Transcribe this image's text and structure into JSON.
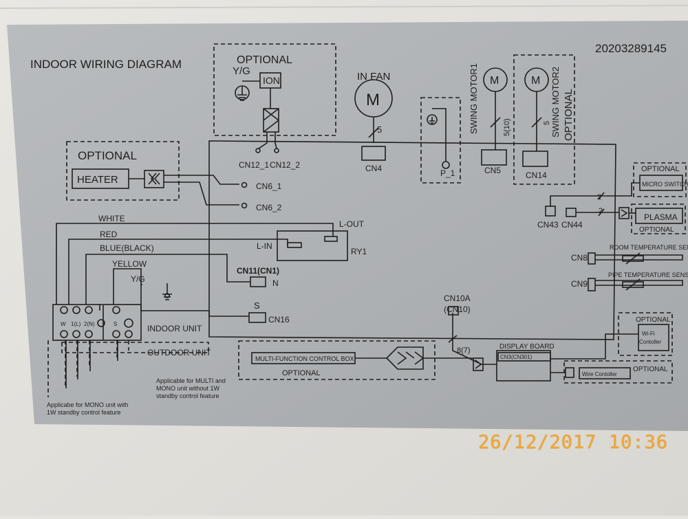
{
  "serial": "20203289145",
  "title": "INDOOR WIRING DIAGRAM",
  "ion_block": {
    "optional": "OPTIONAL",
    "yg": "Y/G",
    "ion": "ION"
  },
  "heater_block": {
    "optional": "OPTIONAL",
    "heater": "HEATER"
  },
  "fan": {
    "title": "IN FAN",
    "symbol": "M",
    "count": "5",
    "connector": "CN4"
  },
  "p1": {
    "label": "P_1"
  },
  "swing1": {
    "title": "SWING MOTOR1",
    "symbol": "M",
    "count": "5(10)",
    "connector": "CN5"
  },
  "swing2": {
    "title": "SWING MOTOR2",
    "optional": "OPTIONAL",
    "symbol": "M",
    "count": "5",
    "connector": "CN14"
  },
  "connectors": {
    "cn12_1": "CN12_1",
    "cn12_2": "CN12_2",
    "cn6_1": "CN6_1",
    "cn6_2": "CN6_2",
    "cn43": "CN43",
    "cn44": "CN44",
    "cn8": "CN8",
    "cn9": "CN9",
    "cn11": "CN11(CN1)",
    "n": "N",
    "s": "S",
    "cn16": "CN16",
    "cn10a": "CN10A",
    "cn10": "(CN10)",
    "cn10_count": "8(7)",
    "two_a": "2",
    "two_b": "2"
  },
  "relay": {
    "lout": "L-OUT",
    "lin": "L-IN",
    "ry1": "RY1"
  },
  "wires": {
    "white": "WHITE",
    "red": "RED",
    "blue": "BLUE(BLACK)",
    "yellow": "YELLOW",
    "yg": "Y/G"
  },
  "terminal": {
    "w": "W",
    "one_l": "1(L)",
    "two_n": "2(N)",
    "s": "S",
    "indoor": "INDOOR UNIT",
    "outdoor": "OUTDOOR UNIT"
  },
  "right": {
    "optional1": "OPTIONAL",
    "micro_switch": "MICRO SWITCH",
    "plasma": "PLASMA",
    "optional2": "OPTIONAL",
    "room_sensor": "ROOM TEMPERATURE SENSOR",
    "pipe_sensor": "PIPE TEMPERATURE SENSOR",
    "wifi_optional": "OPTIONAL",
    "wifi_line1": "Wi-Fi",
    "wifi_line2": "Contoller",
    "wire_controller": "Wire Contoller",
    "wire_optional": "OPTIONAL"
  },
  "bottom": {
    "multi_box": "MULTI-FUNCTION CONTROL BOX",
    "multi_optional": "OPTIONAL",
    "display_board": "DISPLAY BOARD",
    "display_cn": "CN3(CN301)"
  },
  "notes": {
    "multi1": "Applicable for MULTI and",
    "multi2": "MONO unit without 1W",
    "multi3": "standby control feature",
    "mono1": "Applicabe for MONO unit with",
    "mono2": "1W standby control feature"
  },
  "timestamp": "26/12/2017  10:36"
}
